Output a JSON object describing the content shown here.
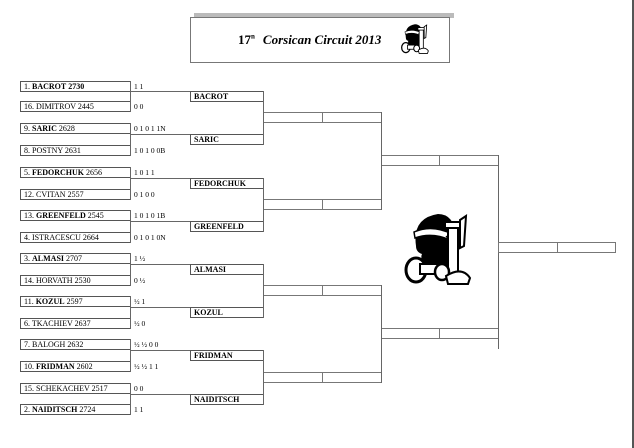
{
  "title": {
    "edition": "17",
    "edition_suffix": "n",
    "name": "Corsican Circuit 2013"
  },
  "round1": [
    {
      "p1": {
        "seed": "1.",
        "name": "BACROT",
        "rating": "2730",
        "bold": true,
        "score": "1 1"
      },
      "p2": {
        "seed": "16.",
        "name": "DIMITROV",
        "rating": "2445",
        "bold": false,
        "score": "0 0"
      },
      "winner": "BACROT"
    },
    {
      "p1": {
        "seed": "9.",
        "name": "SARIC",
        "rating": "2628",
        "bold": true,
        "score": "0 1 0 1 1N"
      },
      "p2": {
        "seed": "8.",
        "name": "POSTNY",
        "rating": "2631",
        "bold": false,
        "score": "1 0 1 0 0B"
      },
      "winner": "SARIC"
    },
    {
      "p1": {
        "seed": "5.",
        "name": "FEDORCHUK",
        "rating": "2656",
        "bold": true,
        "score": "1 0 1 1"
      },
      "p2": {
        "seed": "12.",
        "name": "CVITAN",
        "rating": "2557",
        "bold": false,
        "score": "0 1 0 0"
      },
      "winner": "FEDORCHUK"
    },
    {
      "p1": {
        "seed": "13.",
        "name": "GREENFELD",
        "rating": "2545",
        "bold": true,
        "score": "1 0 1 0 1B"
      },
      "p2": {
        "seed": "4.",
        "name": "ISTRACESCU",
        "rating": "2664",
        "bold": false,
        "score": "0 1 0 1 0N"
      },
      "winner": "GREENFELD"
    },
    {
      "p1": {
        "seed": "3.",
        "name": "ALMASI",
        "rating": "2707",
        "bold": true,
        "score": "1 ½"
      },
      "p2": {
        "seed": "14.",
        "name": "HORVATH",
        "rating": "2530",
        "bold": false,
        "score": "0 ½"
      },
      "winner": "ALMASI"
    },
    {
      "p1": {
        "seed": "11.",
        "name": "KOZUL",
        "rating": "2597",
        "bold": true,
        "score": "½ 1"
      },
      "p2": {
        "seed": "6.",
        "name": "TKACHIEV",
        "rating": "2637",
        "bold": false,
        "score": "½ 0"
      },
      "winner": "KOZUL"
    },
    {
      "p1": {
        "seed": "7.",
        "name": "BALOGH",
        "rating": "2632",
        "bold": false,
        "score": "½ ½ 0 0"
      },
      "p2": {
        "seed": "10.",
        "name": "FRIDMAN",
        "rating": "2602",
        "bold": true,
        "score": "½ ½ 1 1"
      },
      "winner": "FRIDMAN"
    },
    {
      "p1": {
        "seed": "15.",
        "name": "SCHEKACHEV",
        "rating": "2517",
        "bold": false,
        "score": "0 0"
      },
      "p2": {
        "seed": "2.",
        "name": "NAIDITSCH",
        "rating": "2724",
        "bold": true,
        "score": "1 1"
      },
      "winner": "NAIDITSCH"
    }
  ]
}
